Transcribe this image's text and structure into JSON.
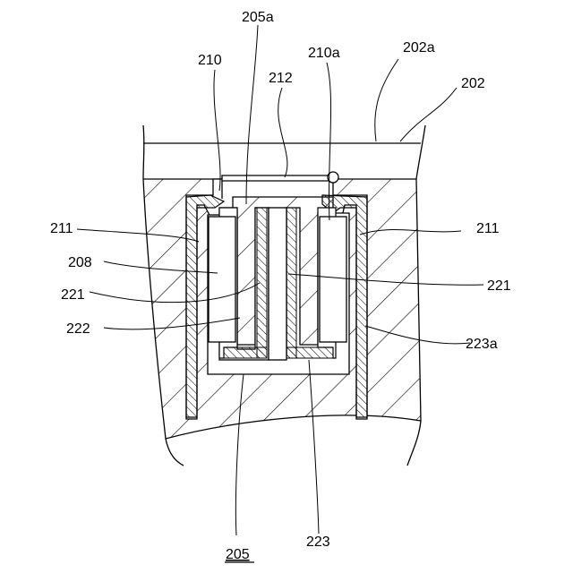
{
  "figure": {
    "labels": {
      "l202": "202",
      "l202a": "202a",
      "l205": "205",
      "l205a": "205a",
      "l208": "208",
      "l210": "210",
      "l210a": "210a",
      "l211_left": "211",
      "l211_right": "211",
      "l212": "212",
      "l221_left": "221",
      "l221_right": "221",
      "l222": "222",
      "l223": "223",
      "l223a": "223a"
    }
  }
}
